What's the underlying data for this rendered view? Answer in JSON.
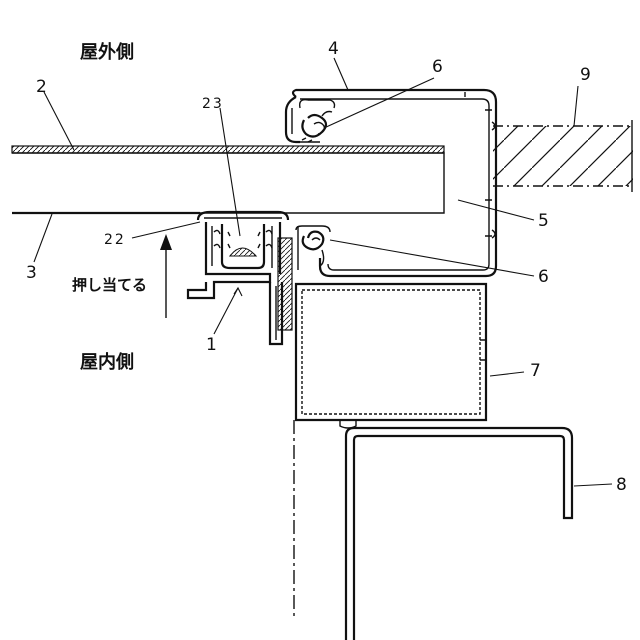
{
  "labels": {
    "outdoor": "屋外側",
    "indoor": "屋内側",
    "push": "押し当てる"
  },
  "callouts": {
    "n1": "1",
    "n2": "2",
    "n3": "3",
    "n4": "4",
    "n5": "5",
    "n6a": "6",
    "n6b": "6",
    "n7": "7",
    "n8": "8",
    "n9": "9",
    "n22": "22",
    "n23": "23"
  }
}
